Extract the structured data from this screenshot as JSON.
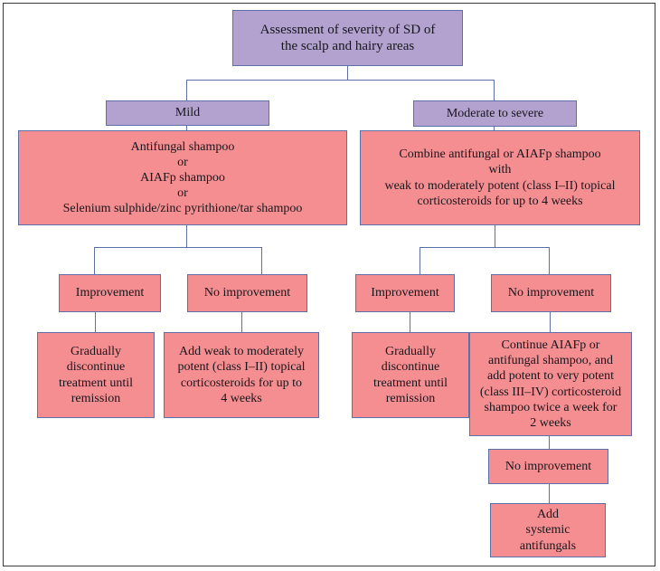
{
  "diagram": {
    "title": "Assessment of severity of SD of the scalp and hairy areas",
    "colors": {
      "purple_fill": "#b3a2cf",
      "pink_fill": "#f58e91",
      "border": "#5b6fa8",
      "frame": "#3a3a3a",
      "text": "#17161c"
    },
    "nodes": {
      "root": "Assessment of severity of SD  of\nthe scalp and hairy areas",
      "mild": "Mild",
      "moderate_to_severe": "Moderate to severe",
      "mild_treatment": "Antifungal shampoo\nor\nAIAFp shampoo\nor\nSelenium sulphide/zinc pyrithione/tar shampoo",
      "moderate_treatment": "Combine  antifungal or AIAFp shampoo\nwith\nweak to moderately potent (class I–II)  topical\ncorticosteroids for up to  4 weeks",
      "mild_improvement": "Improvement",
      "mild_no_improvement": "No improvement",
      "moderate_improvement": "Improvement",
      "moderate_no_improvement": "No improvement",
      "mild_improvement_action": "Gradually\ndiscontinue\ntreatment until\nremission",
      "mild_no_improvement_action": "Add weak to moderately\npotent (class I–II)  topical\ncorticosteroids for up to\n4 weeks",
      "moderate_improvement_action": "Gradually\ndiscontinue\ntreatment until\nremission",
      "moderate_no_improvement_action": "Continue AIAFp or\nantifungal  shampoo, and\nadd potent to very potent\n(class III–IV) corticosteroid\nshampoo twice a week for\n2 weeks",
      "final_no_improvement": "No improvement",
      "final_action": "Add\nsystemic\nantifungals"
    }
  }
}
